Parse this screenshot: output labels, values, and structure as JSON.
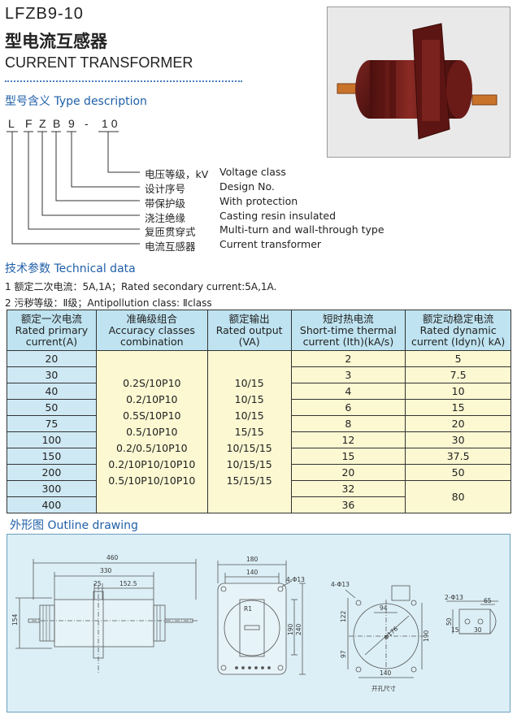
{
  "header": {
    "model": "LFZB9-10",
    "name_zh": "型电流互感器",
    "name_en": "CURRENT TRANSFORMER"
  },
  "type_desc": {
    "heading": "型号含义 Type description",
    "letters": [
      "L",
      "F",
      "Z",
      "B",
      "9",
      "-",
      "10"
    ],
    "legend": [
      {
        "zh": "电压等级，kV",
        "en": "Voltage class"
      },
      {
        "zh": "设计序号",
        "en": "Design No."
      },
      {
        "zh": "带保护级",
        "en": "With protection"
      },
      {
        "zh": "浇注绝缘",
        "en": "Casting resin insulated"
      },
      {
        "zh": "复匝贯穿式",
        "en": "Multi-turn and wall-through type"
      },
      {
        "zh": "电流互感器",
        "en": "Current transformer"
      }
    ]
  },
  "tech": {
    "heading": "技术参数  Technical data",
    "note1": "1  额定二次电流：5A,1A；Rated secondary current:5A,1A.",
    "note2": "2  污秽等级：Ⅱ级；Antipollution class: Ⅱclass"
  },
  "table": {
    "headers": [
      [
        "额定一次电流",
        "Rated primary",
        "current(A)"
      ],
      [
        "准确级组合",
        "Accuracy classes",
        "combination"
      ],
      [
        "额定输出",
        "Rated output",
        "(VA)"
      ],
      [
        "短时热电流",
        "Short-time thermal",
        "current (Ith)(kA/s)"
      ],
      [
        "额定动稳定电流",
        "Rated dynamic",
        "current (Idyn)( kA)"
      ]
    ],
    "primary": [
      "20",
      "30",
      "40",
      "50",
      "75",
      "100",
      "150",
      "200",
      "300",
      "400"
    ],
    "accuracy": [
      "0.2S/10P10",
      "0.2/10P10",
      "0.5S/10P10",
      "0.5/10P10",
      "0.2/0.5/10P10",
      "0.2/10P10/10P10",
      "0.5/10P10/10P10"
    ],
    "output": [
      "10/15",
      "10/15",
      "10/15",
      "15/15",
      "10/15/15",
      "10/15/15",
      "15/15/15"
    ],
    "thermal": [
      "2",
      "3",
      "4",
      "6",
      "8",
      "12",
      "15",
      "20",
      "32",
      "36"
    ],
    "dynamic": [
      "5",
      "7.5",
      "10",
      "15",
      "20",
      "30",
      "37.5",
      "50",
      "80"
    ]
  },
  "outline": {
    "heading": "外形图  Outline drawing",
    "front": {
      "d460": "460",
      "d330": "330",
      "d25": "25",
      "d1525": "152.5",
      "d154": "154"
    },
    "side": {
      "d180": "180",
      "d140": "140",
      "holes": "4-Φ13",
      "r1": "R1",
      "d190": "190",
      "d240": "240"
    },
    "mount": {
      "holes": "4-Φ13",
      "d94": "94",
      "d122": "122",
      "d176": "Φ176",
      "d190": "190",
      "d97": "97",
      "d140": "140",
      "caption": "开孔尺寸"
    },
    "terminal": {
      "holes": "2-Φ13",
      "d65": "65",
      "d50": "50",
      "d15": "15",
      "d30": "30"
    }
  },
  "colors": {
    "accent": "#1f5fa8",
    "header_bg": "#bfe3f0",
    "yellow_bg": "#fbf8d2",
    "drawing_bg": "#dceff6",
    "product": "#6b1b18"
  }
}
